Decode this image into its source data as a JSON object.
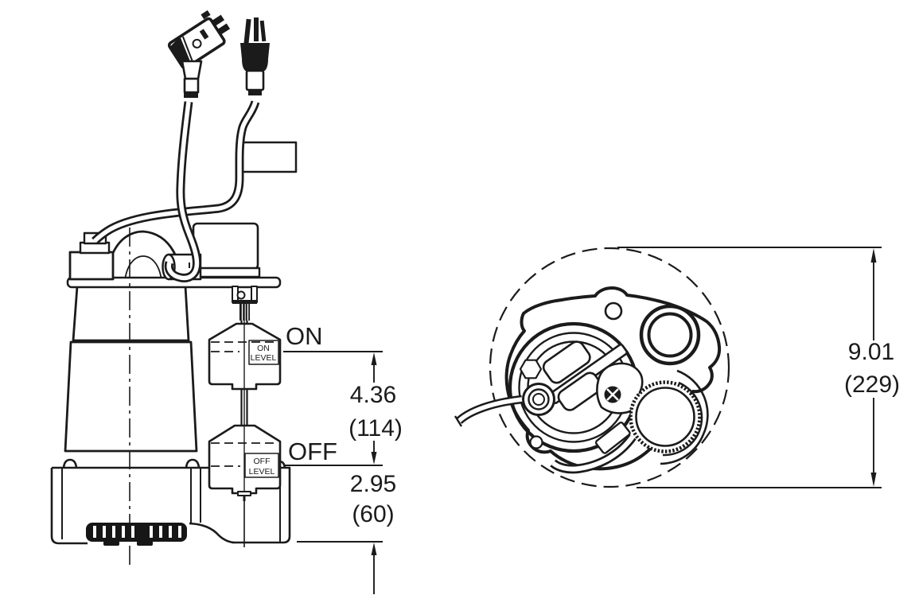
{
  "diagram_type": "pump-dimensional-drawing",
  "side_view": {
    "on_label": "ON",
    "off_label": "OFF",
    "on_float": {
      "line1": "ON",
      "line2": "LEVEL"
    },
    "off_float": {
      "line1": "OFF",
      "line2": "LEVEL"
    },
    "dim_on_to_off": {
      "inches": "4.36",
      "mm": "(114)"
    },
    "dim_off_to_base": {
      "inches": "2.95",
      "mm": "(60)"
    }
  },
  "top_view": {
    "dim_height": {
      "inches": "9.01",
      "mm": "(229)"
    }
  },
  "colors": {
    "line": "#1b1b1b",
    "background": "#ffffff"
  }
}
